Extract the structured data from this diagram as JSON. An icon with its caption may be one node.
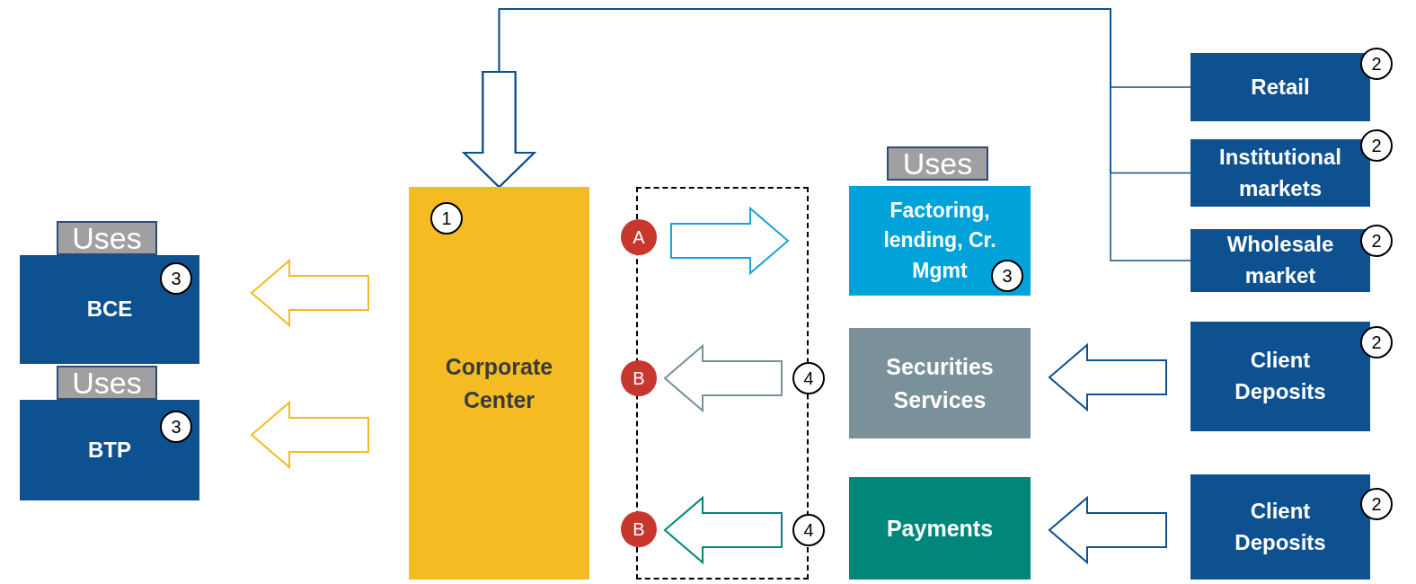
{
  "diagram": {
    "nodes": [
      {
        "text": [
          "BCE"
        ]
      },
      {
        "text": [
          "Uses"
        ]
      },
      {
        "text": [
          "3"
        ],
        "in": 0
      },
      {
        "text": [
          "BTP"
        ]
      },
      {
        "text": [
          "Uses"
        ]
      },
      {
        "text": [
          "3"
        ],
        "in": 3
      },
      {
        "text": [
          "Corporate Center"
        ]
      },
      {
        "text": [
          "1"
        ],
        "in": 6
      },
      {
        "text": [],
        "shape": "box"
      },
      {
        "text": [
          "A"
        ]
      },
      {
        "text": [
          "B"
        ]
      },
      {
        "text": [
          "4"
        ]
      },
      {
        "text": [
          "B"
        ]
      },
      {
        "text": [
          "4"
        ]
      },
      {
        "text": [
          "Uses"
        ]
      },
      {
        "text": [
          "Factoring, lending, Cr. Mgmt"
        ]
      },
      {
        "text": [
          "3"
        ],
        "in": 15
      },
      {
        "text": [
          "Securities Services"
        ]
      },
      {
        "text": [
          "Payments"
        ]
      },
      {
        "text": [
          "Retail"
        ]
      },
      {
        "text": [
          "2"
        ]
      },
      {
        "text": [
          "Institutional markets"
        ]
      },
      {
        "text": [
          "2"
        ]
      },
      {
        "text": [
          "Wholesale market"
        ]
      },
      {
        "text": [
          "2"
        ]
      },
      {
        "text": [
          "Client Deposits"
        ]
      },
      {
        "text": [
          "2"
        ]
      },
      {
        "text": [
          "Client Deposits"
        ]
      },
      {
        "text": [
          "2"
        ]
      }
    ],
    "edges": [
      {
        "from": 19,
        "to": 6,
        "arrow": "to"
      },
      {
        "from": 21,
        "to": 6,
        "arrow": "to"
      },
      {
        "from": 23,
        "to": 6,
        "arrow": "to"
      },
      {
        "from": 6,
        "to": 0,
        "arrow": "to",
        "color": "#f4bb22"
      },
      {
        "from": 6,
        "to": 3,
        "arrow": "to",
        "color": "#f4bb22"
      },
      {
        "from": 9,
        "to": 15,
        "arrow": "to",
        "color": "#1ba3d6"
      },
      {
        "from": 17,
        "to": 10,
        "arrow": "to",
        "color": "#7a9199"
      },
      {
        "from": 18,
        "to": 12,
        "arrow": "to",
        "color": "#00877a"
      },
      {
        "from": 25,
        "to": 17,
        "arrow": "to"
      },
      {
        "from": 27,
        "to": 18,
        "arrow": "to"
      }
    ]
  }
}
